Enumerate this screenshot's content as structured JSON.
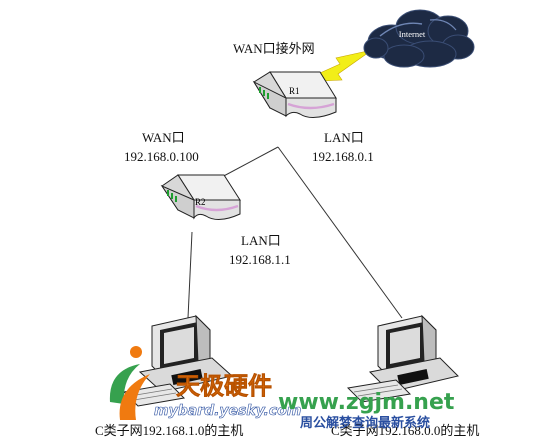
{
  "labels": {
    "wan_to_internet": "WAN口接外网",
    "r1_wan": "WAN口",
    "r1_wan_ip": "192.168.0.100",
    "r1_lan": "LAN口",
    "r1_lan_ip": "192.168.0.1",
    "r2_lan": "LAN口",
    "r2_lan_ip": "192.168.1.1",
    "host_left": "C类子网192.168.1.0的主机",
    "host_right": "C类子网192.168.0.0的主机"
  },
  "nodes": {
    "internet": "Internet",
    "router1": "R1",
    "router2": "R2"
  },
  "watermarks": {
    "brand_cn": "天极硬件",
    "brand_url": "mybard.yesky.com",
    "site_url": "www.zgjm.net",
    "site_cn": "周公解梦查询最新系统"
  },
  "colors": {
    "cloud": "#1d2a44",
    "lightning": "#f2ee18",
    "router_body": "#e6e6e6",
    "router_accent": "#d6a3d6",
    "watermark_orange": "#f07a10",
    "watermark_green": "#36a14e",
    "watermark_blue": "#2a4fa0"
  }
}
